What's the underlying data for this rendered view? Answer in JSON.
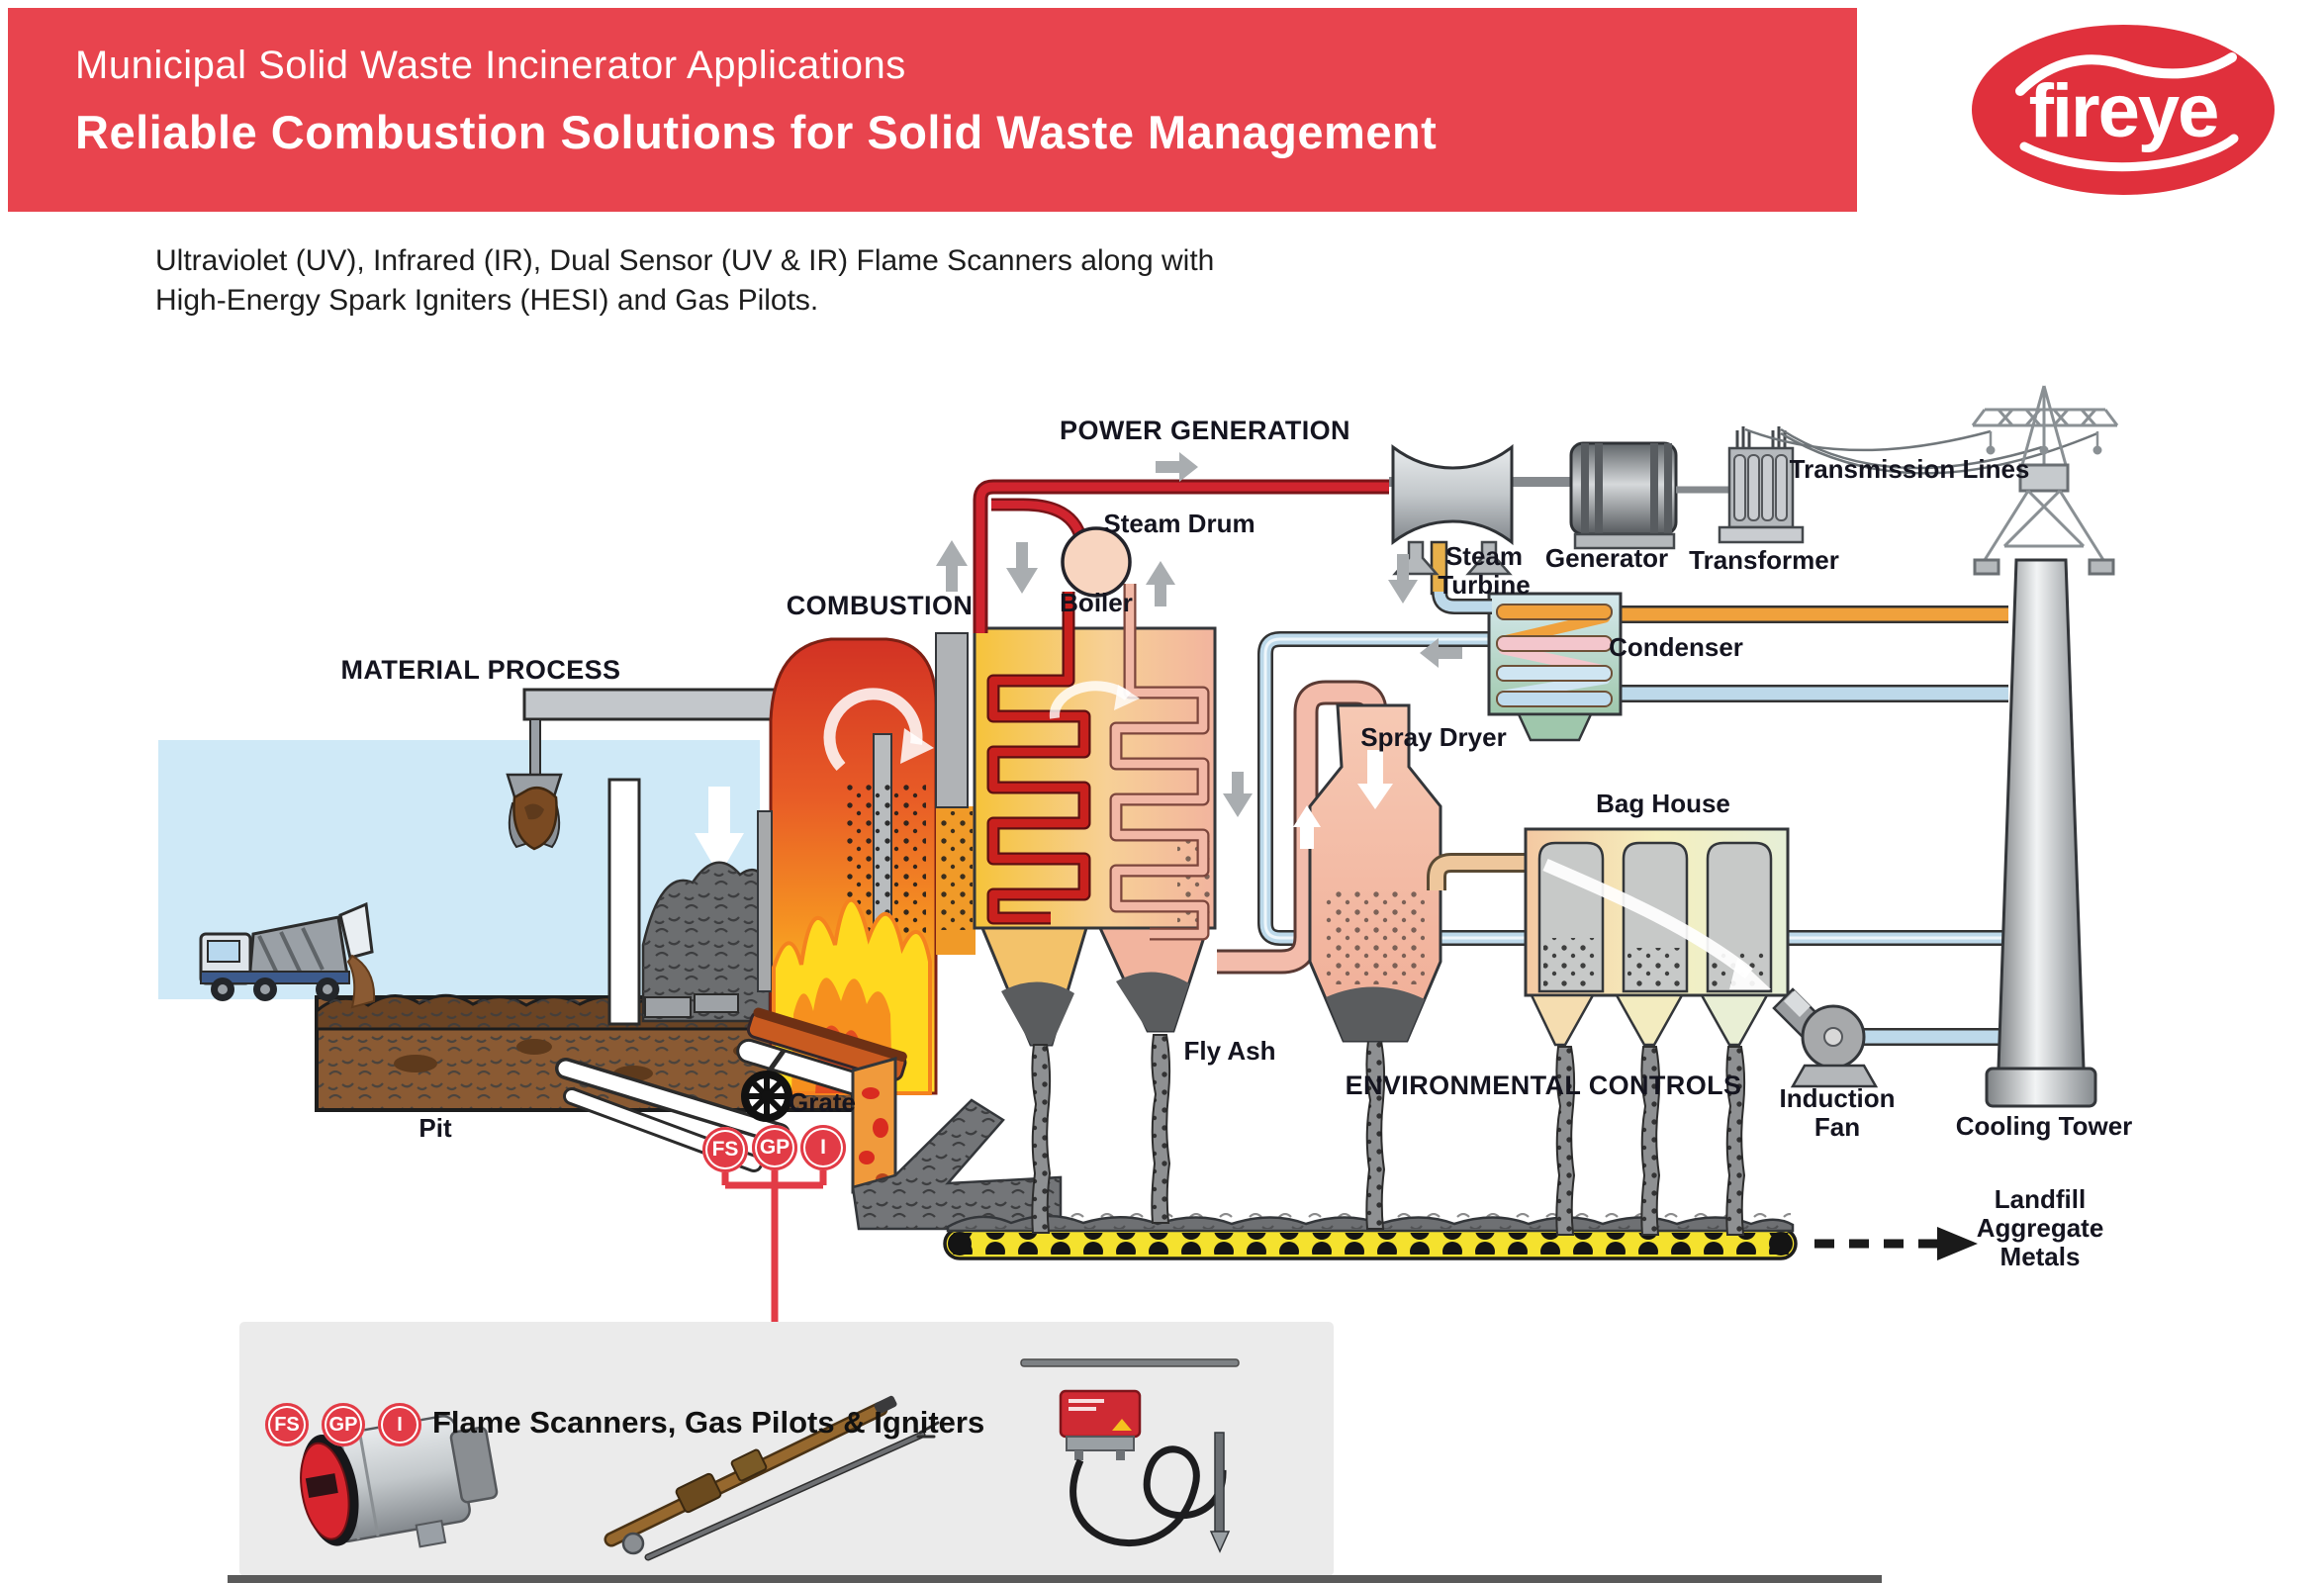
{
  "header": {
    "line1": "Municipal Solid Waste Incinerator Applications",
    "line2": "Reliable Combustion Solutions for Solid Waste Management",
    "background": "#E8444E"
  },
  "logo": {
    "text": "fireye",
    "color": "#E0303C"
  },
  "caption": {
    "line1": "Ultraviolet (UV), Infrared (IR), Dual Sensor (UV & IR) Flame Scanners along with",
    "line2": "High-Energy Spark Igniters (HESI) and Gas Pilots."
  },
  "labels": {
    "power_generation": "POWER GENERATION",
    "steam_drum": "Steam Drum",
    "boiler": "Boiler",
    "combustion": "COMBUSTION",
    "material_process": "MATERIAL PROCESS",
    "steam_turbine": "Steam Turbine",
    "generator": "Generator",
    "transformer": "Transformer",
    "transmission_lines": "Transmission Lines",
    "condenser": "Condenser",
    "spray_dryer": "Spray Dryer",
    "bag_house": "Bag House",
    "fly_ash": "Fly Ash",
    "environmental_controls": "ENVIRONMENTAL CONTROLS",
    "induction_fan": "Induction Fan",
    "cooling_tower": "Cooling Tower",
    "landfill": "Landfill Aggregate Metals",
    "pit": "Pit",
    "grate": "Grate"
  },
  "badges": {
    "fs": "FS",
    "gp": "GP",
    "i": "I"
  },
  "panel": {
    "heading": "Flame Scanners, Gas Pilots & Igniters"
  },
  "colors": {
    "accent_red": "#E8444E",
    "badge_red": "#E23B46",
    "conveyor_yellow": "#F5E22E",
    "sky_blue": "#CFE9F7"
  }
}
